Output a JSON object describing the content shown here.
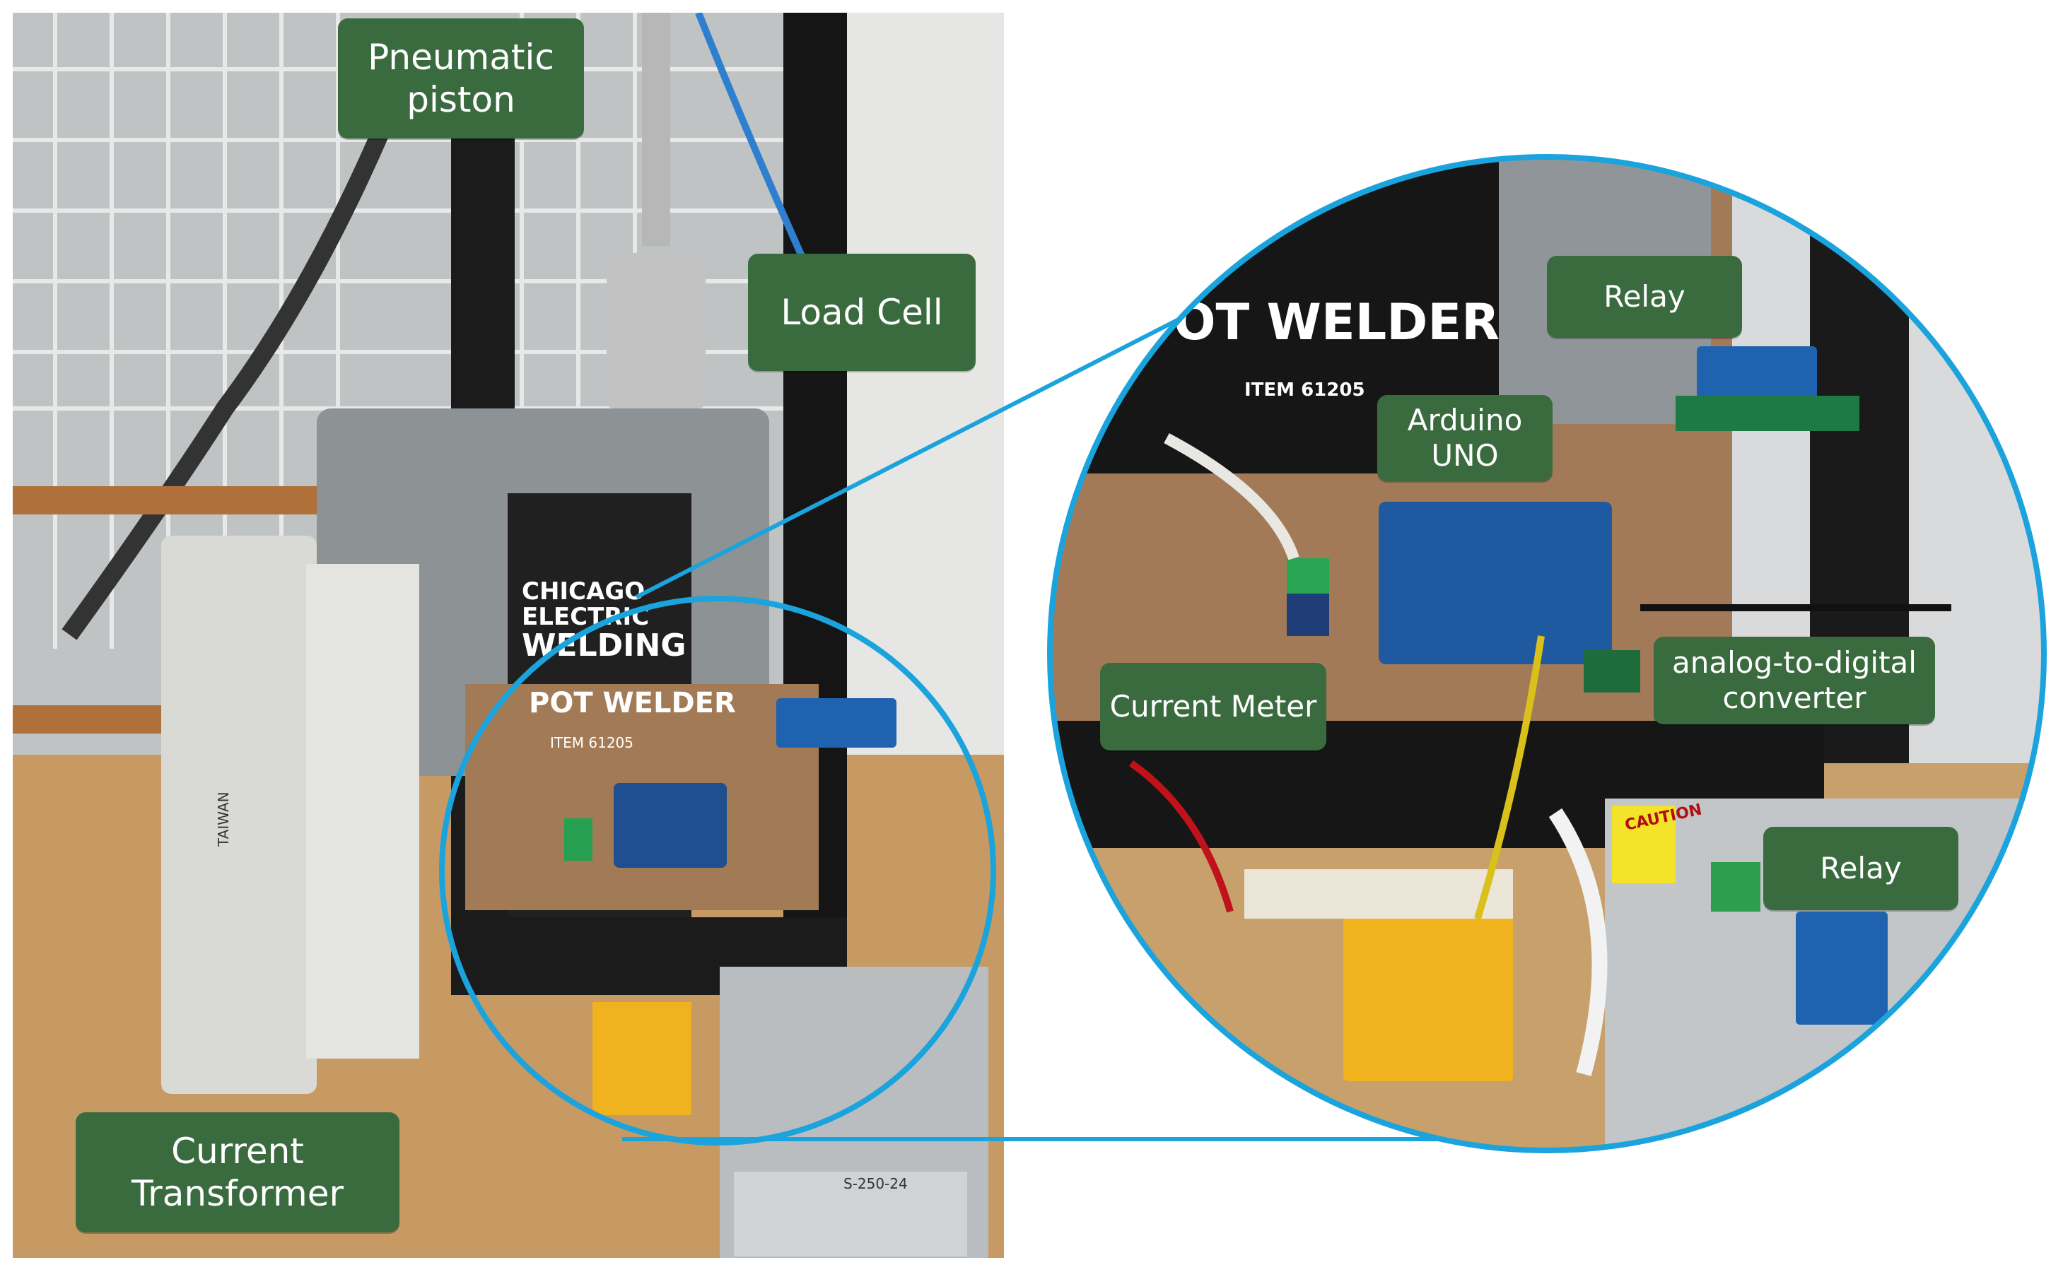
{
  "labels": {
    "pneumatic_piston": "Pneumatic piston",
    "load_cell": "Load Cell",
    "current_transformer": "Current Transformer",
    "relay_top": "Relay",
    "arduino_uno": "Arduino UNO",
    "current_meter": "Current Meter",
    "adc": "analog-to-digital converter",
    "relay_bottom": "Relay"
  },
  "photo_text": {
    "welder_brand_line1": "CHICAGO",
    "welder_brand_line2": "ELECTRIC",
    "welder_brand_line3": "WELDING",
    "welder_model": "POT WELDER",
    "welder_item": "ITEM 61205",
    "ct_brand": "TAIWAN",
    "psu_model": "S-250-24",
    "zoom_welder_text": "OT WELDER",
    "zoom_item_text": "ITEM 61205",
    "caution_text": "CAUTION"
  },
  "colors": {
    "label_bg": "#3a6b3f",
    "callout_blue": "#1aa3dc"
  }
}
